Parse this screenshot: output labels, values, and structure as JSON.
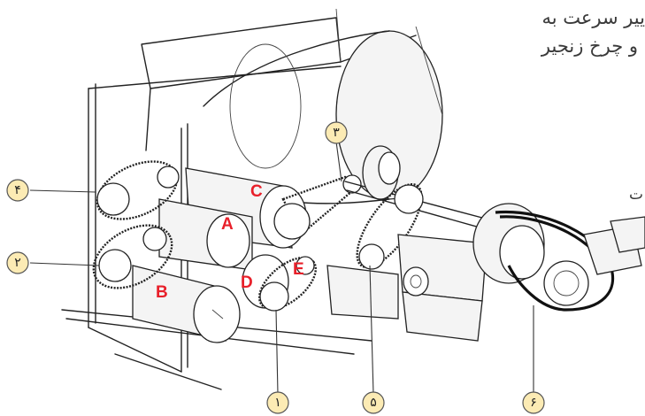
{
  "top_text": {
    "line1": "ییر سرعت به",
    "line2": "و چرخ زنجیر",
    "side_fragment": "ت"
  },
  "callouts": {
    "c1": "۱",
    "c2": "۲",
    "c3": "۳",
    "c4": "۴",
    "c5": "۵",
    "c6": "۶"
  },
  "letters": {
    "A": "A",
    "B": "B",
    "C": "C",
    "D": "D",
    "E": "E"
  },
  "colors": {
    "letter_red": "#e8202a",
    "callout_fill": "#fcebb4"
  }
}
